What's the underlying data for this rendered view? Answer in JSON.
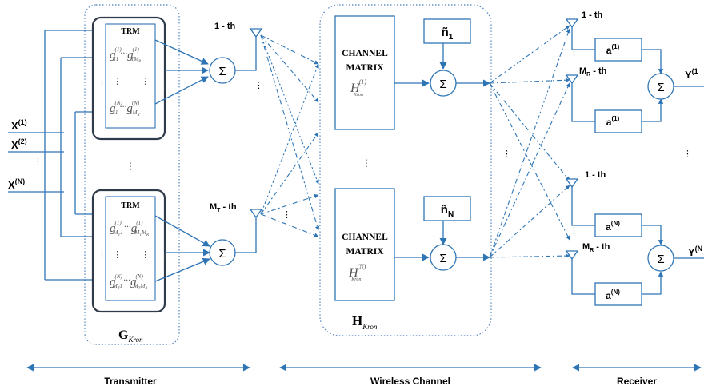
{
  "inputs": {
    "x1": "X",
    "x1_sup": "(1)",
    "x2": "X",
    "x2_sup": "(2)",
    "xn": "X",
    "xn_sup": "(N)"
  },
  "transmitter": {
    "trm_label": "TRM",
    "sum": "Σ",
    "antenna_top_label": "1 - th",
    "antenna_bottom_m": "M",
    "antenna_bottom_sub": "T",
    "antenna_bottom_rest": " - th",
    "g_letter": "G",
    "g_sub": "Kron",
    "upper_g_first": "g",
    "upper_g_first_sup": "(1)",
    "upper_g_first_sub": "11",
    "upper_g_last_sup": "(1)",
    "upper_g_last_sub": "1M",
    "upper_g_last_subsub": "R",
    "upper_g_bottom_sup": "(N)",
    "upper_g_bottom_sub": "11",
    "upper_g_bottom_last_sup": "(N)",
    "upper_g_bottom_last_sub": "1M",
    "upper_g_bottom_last_subsub": "R",
    "lower_g_first_sup": "(1)",
    "lower_g_first_sub": "M",
    "lower_g_first_subsub": "T",
    "lower_g_first_sub2": "1",
    "lower_g_last_sup": "(1)",
    "lower_g_last_sub": "M",
    "lower_g_last_subsub": "T",
    "lower_g_last_sub2": "M",
    "lower_g_last_subsub2": "R",
    "lower_g_bottom_sup": "(N)",
    "lower_g_bottom_last_sup": "(N)",
    "ellipsis": "···",
    "vdots": "⋮"
  },
  "channel": {
    "matrix_line1": "CHANNEL",
    "matrix_line2": "MATRIX",
    "h_letter": "H",
    "h_sup_1": "(1)",
    "h_sup_n": "(N)",
    "h_sub": "Kron",
    "noise_1": "ñ",
    "noise_1_sub": "1",
    "noise_n": "ñ",
    "noise_n_sub": "N",
    "sum": "Σ",
    "bigh_letter": "H",
    "bigh_sub": "Kron"
  },
  "receiver": {
    "ant_1th": "1 - th",
    "ant_mr_m": "M",
    "ant_mr_sub": "R",
    "ant_mr_rest": " - th",
    "a_top": "a",
    "a_top_sup": "(1)",
    "a_bottom": "a",
    "a_bottom_sup": "(N)",
    "sum": "Σ",
    "y_top": "Y",
    "y_top_sup": "(1",
    "y_bottom": "Y",
    "y_bottom_sup": "(N"
  },
  "footer": {
    "transmitter": "Transmitter",
    "wireless_channel": "Wireless Channel",
    "receiver": "Receiver"
  }
}
